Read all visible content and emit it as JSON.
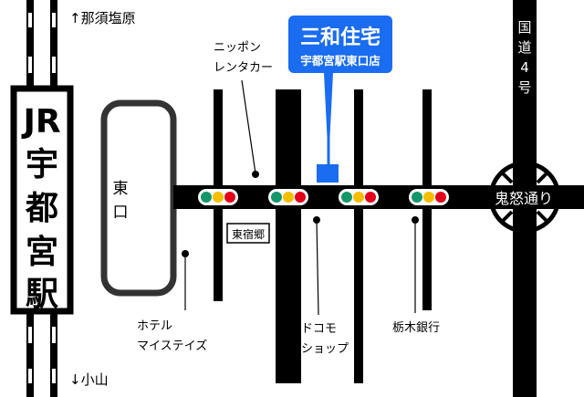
{
  "colors": {
    "brand_blue": "#1a6cf0",
    "signal_green": "#13966a",
    "signal_yellow": "#f5bf00",
    "signal_red": "#e3001b"
  },
  "station": {
    "line": "JR",
    "chars": [
      "宇",
      "都",
      "宮",
      "駅"
    ],
    "exit_chars": [
      "東",
      "口"
    ]
  },
  "directions": {
    "north": "↑那須塩原",
    "south": "↓小山"
  },
  "store": {
    "brand": "三和住宅",
    "branch": "宇都宮駅東口店"
  },
  "roads": {
    "route4_chars": [
      "国",
      "道",
      "4",
      "号"
    ],
    "kinu": "鬼怒通り"
  },
  "landmarks": {
    "rental_car": [
      "ニッポン",
      "レンタカー"
    ],
    "higashi_shukugo": "東宿郷",
    "hotel": [
      "ホテル",
      "マイステイズ"
    ],
    "docomo": [
      "ドコモ",
      "ショップ"
    ],
    "bank": "栃木銀行"
  }
}
